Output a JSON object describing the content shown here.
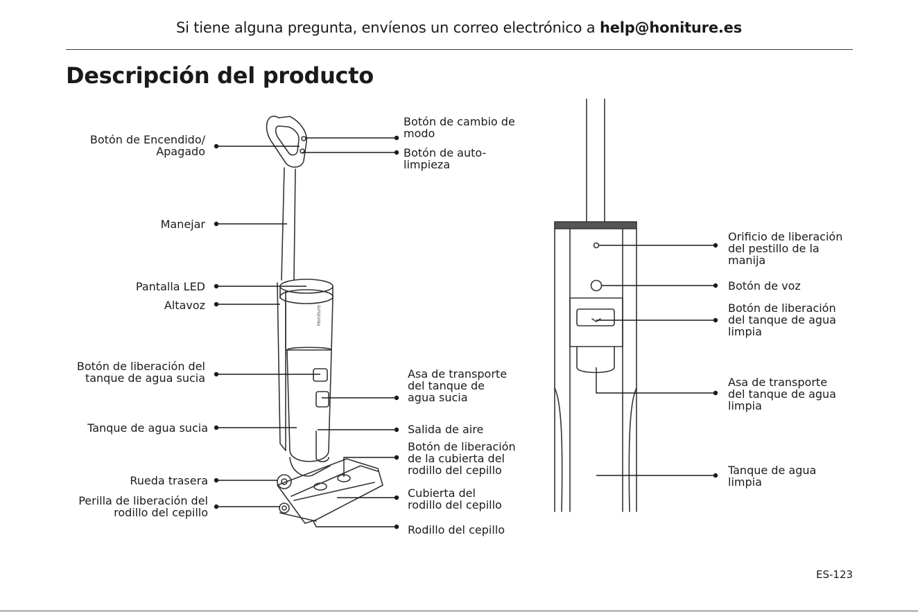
{
  "header": {
    "text": "Si tiene alguna pregunta, envíenos un correo electrónico a ",
    "email": "help@honiture.es"
  },
  "title": "Descripción del producto",
  "left_labels": {
    "power": "Botón de Encendido/\nApagado",
    "handle": "Manejar",
    "led": "Pantalla LED",
    "speaker": "Altavoz",
    "dirty_release": "Botón de liberación del\ntanque de agua sucia",
    "dirty_tank": "Tanque de agua sucia",
    "rear_wheel": "Rueda trasera",
    "roller_knob": "Perilla de liberación del\nrodillo del cepillo"
  },
  "middle_labels": {
    "mode": "Botón de cambio de\nmodo",
    "selfclean": "Botón de auto-\nlimpieza",
    "dirty_handle": "Asa de transporte\ndel tanque de\nagua sucia",
    "air_outlet": "Salida de aire",
    "cover_release": "Botón de liberación\nde la cubierta del\nrodillo del cepillo",
    "cover": "Cubierta del\nrodillo del cepillo",
    "roller": "Rodillo del cepillo"
  },
  "right_labels": {
    "latch_hole": "Orificio de liberación\ndel pestillo de la\nmanija",
    "voice": "Botón de voz",
    "clean_release": "Botón de liberación\ndel tanque de agua\nlimpia",
    "clean_handle": "Asa de transporte\ndel tanque de agua\nlimpia",
    "clean_tank": "Tanque de agua\nlimpia"
  },
  "brand_mark": "Honiture",
  "page_number": "ES-123"
}
